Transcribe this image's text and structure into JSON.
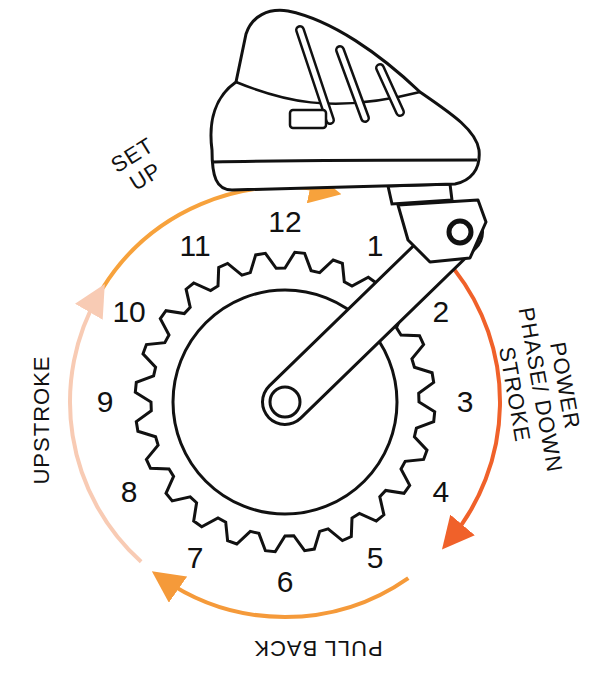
{
  "diagram": {
    "labels": [
      "SET UP",
      "POWER PHASE/ DOWN STROKE",
      "PULL BACK",
      "UPSTROKE",
      "1",
      "2",
      "3",
      "4",
      "5",
      "6",
      "7",
      "8",
      "9",
      "10",
      "11",
      "12"
    ]
  }
}
